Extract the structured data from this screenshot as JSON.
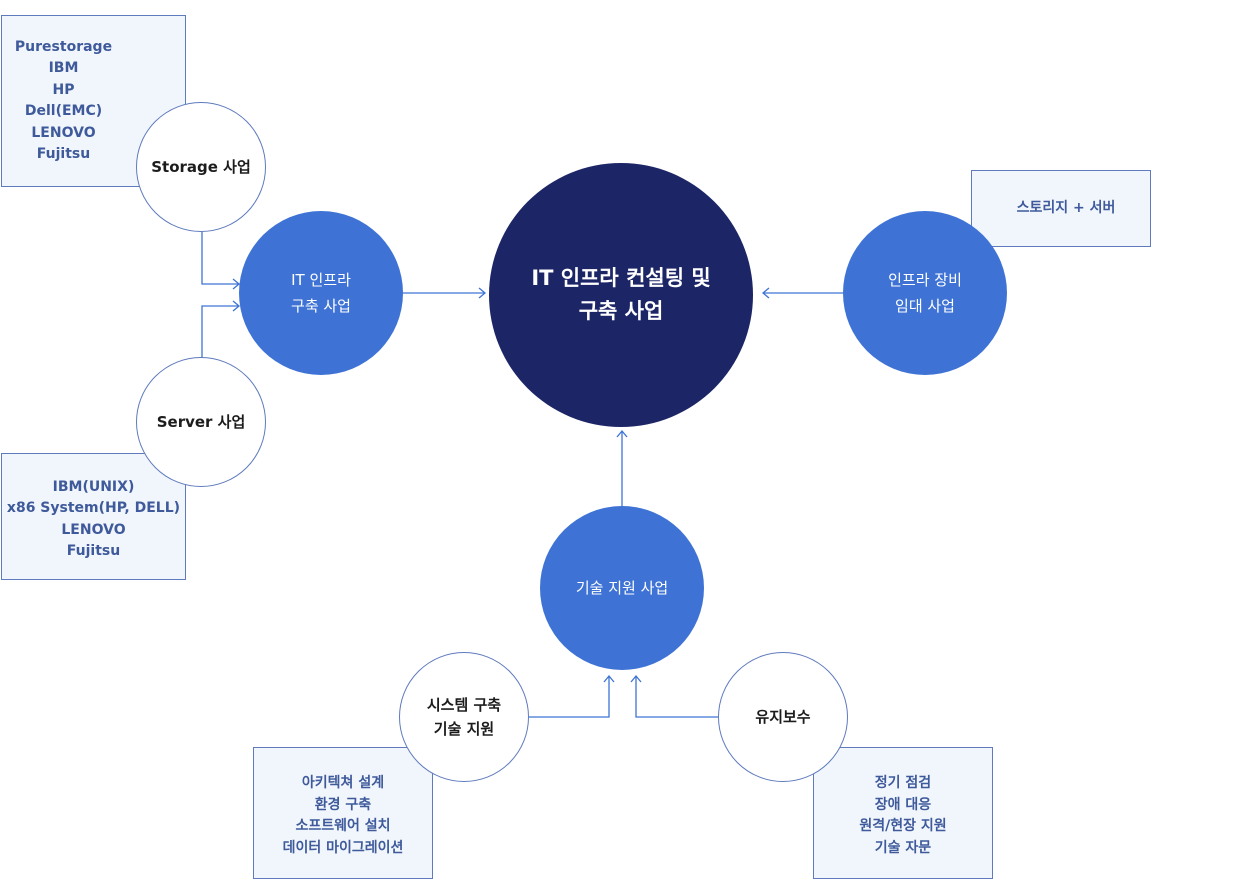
{
  "center": {
    "lines": [
      "IT 인프라 컨설팅 및",
      "구축 사업"
    ]
  },
  "it_infra": {
    "lines": [
      "IT 인프라",
      "구축 사업"
    ]
  },
  "rental": {
    "lines": [
      "인프라 장비",
      "임대 사업"
    ]
  },
  "tech_support": {
    "lines": [
      "기술 지원 사업"
    ]
  },
  "storage": {
    "label": "Storage 사업",
    "items": [
      "Purestorage",
      "IBM",
      "HP",
      "Dell(EMC)",
      "LENOVO",
      "Fujitsu"
    ]
  },
  "server": {
    "label": "Server 사업",
    "items": [
      "IBM(UNIX)",
      "x86 System(HP, DELL)",
      "LENOVO",
      "Fujitsu"
    ]
  },
  "rental_box": {
    "items": [
      "스토리지 + 서버"
    ]
  },
  "system_build": {
    "lines": [
      "시스템 구축",
      "기술 지원"
    ],
    "items": [
      "아키텍쳐 설계",
      "환경 구축",
      "소프트웨어 설치",
      "데이터 마이그레이션"
    ]
  },
  "maintenance": {
    "label": "유지보수",
    "items": [
      "정기 점검",
      "장애 대응",
      "원격/현장 지원",
      "기술 자문"
    ]
  },
  "colors": {
    "navy": "#1c2566",
    "blue": "#3e73d5",
    "box_fill": "#f1f5fc",
    "box_border": "#5f7bbd",
    "box_text": "#3e5a9b",
    "connector": "#3e73d5"
  }
}
